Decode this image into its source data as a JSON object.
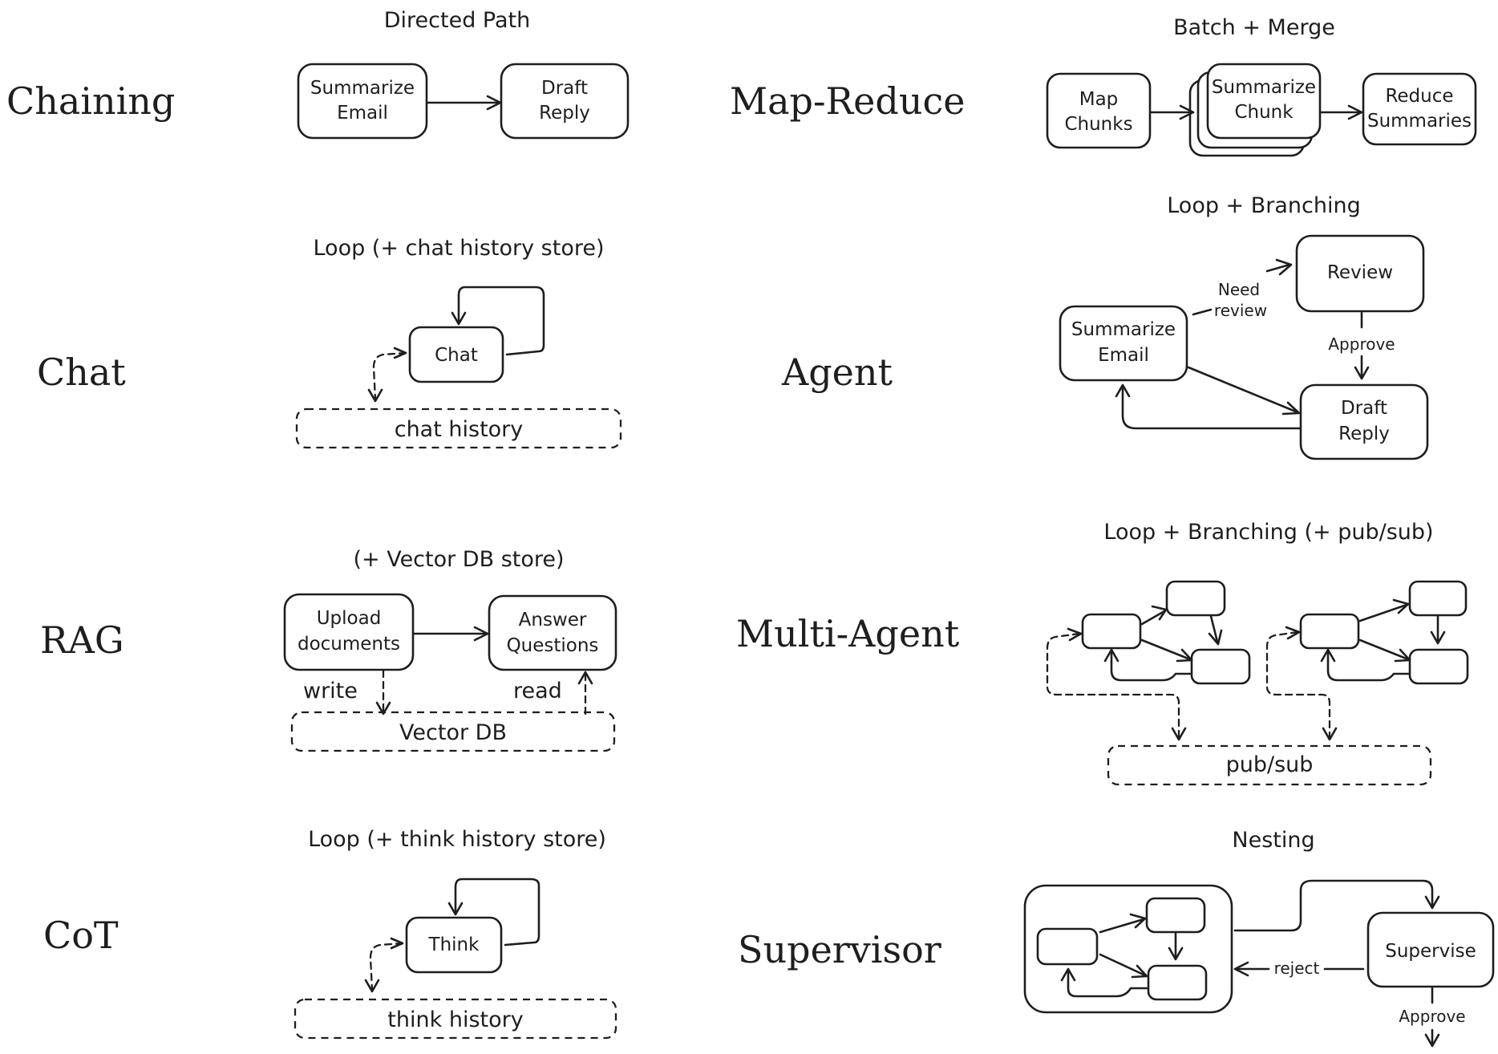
{
  "titles": {
    "chaining": "Chaining",
    "chat": "Chat",
    "rag": "RAG",
    "cot": "CoT",
    "map_reduce": "Map-Reduce",
    "agent": "Agent",
    "multi_agent": "Multi-Agent",
    "supervisor": "Supervisor"
  },
  "captions": {
    "chaining": "Directed Path",
    "chat": "Loop (+ chat history store)",
    "rag": "(+ Vector DB store)",
    "cot": "Loop (+ think history store)",
    "map_reduce": "Batch + Merge",
    "agent": "Loop + Branching",
    "multi_agent": "Loop + Branching (+ pub/sub)",
    "supervisor": "Nesting"
  },
  "chaining": {
    "summarize_line1": "Summarize",
    "summarize_line2": "Email",
    "draft_line1": "Draft",
    "draft_line2": "Reply"
  },
  "chat": {
    "node": "Chat",
    "store": "chat history"
  },
  "rag": {
    "upload_line1": "Upload",
    "upload_line2": "documents",
    "answer_line1": "Answer",
    "answer_line2": "Questions",
    "write_label": "write",
    "read_label": "read",
    "store": "Vector DB"
  },
  "cot": {
    "node": "Think",
    "store": "think history"
  },
  "map_reduce": {
    "map_line1": "Map",
    "map_line2": "Chunks",
    "summarize_line1": "Summarize",
    "summarize_line2": "Chunk",
    "reduce_line1": "Reduce",
    "reduce_line2": "Summaries"
  },
  "agent": {
    "summarize_line1": "Summarize",
    "summarize_line2": "Email",
    "review": "Review",
    "draft_line1": "Draft",
    "draft_line2": "Reply",
    "need_line1": "Need",
    "need_line2": "review",
    "approve": "Approve"
  },
  "multi_agent": {
    "store": "pub/sub"
  },
  "supervisor": {
    "supervise": "Supervise",
    "reject": "reject",
    "approve": "Approve"
  }
}
